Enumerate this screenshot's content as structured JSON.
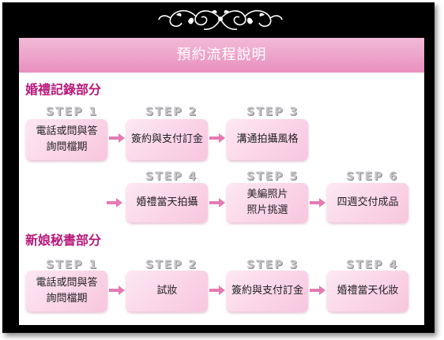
{
  "title": "預約流程說明",
  "sections": [
    {
      "title": "婚禮記錄部分",
      "steps": [
        {
          "step": "STEP 1",
          "lines": [
            "電話或問與答",
            "詢問檔期"
          ]
        },
        {
          "step": "STEP 2",
          "lines": [
            "簽約與支付訂金"
          ]
        },
        {
          "step": "STEP 3",
          "lines": [
            "溝通拍攝風格"
          ]
        },
        {
          "step": "STEP 4",
          "lines": [
            "婚禮當天拍攝"
          ]
        },
        {
          "step": "STEP 5",
          "lines": [
            "美編照片",
            "照片挑選"
          ]
        },
        {
          "step": "STEP 6",
          "lines": [
            "四週交付成品"
          ]
        }
      ]
    },
    {
      "title": "新娘秘書部分",
      "steps": [
        {
          "step": "STEP 1",
          "lines": [
            "電話或問與答",
            "詢問檔期"
          ]
        },
        {
          "step": "STEP 2",
          "lines": [
            "試妝"
          ]
        },
        {
          "step": "STEP 3",
          "lines": [
            "簽約與支付訂金"
          ]
        },
        {
          "step": "STEP 4",
          "lines": [
            "婚禮當天化妝"
          ]
        }
      ]
    }
  ],
  "colors": {
    "title_bar": "#e98fbf",
    "section_title": "#b7187a",
    "box": "#f8c6de",
    "arrow": "#e57ab3"
  }
}
